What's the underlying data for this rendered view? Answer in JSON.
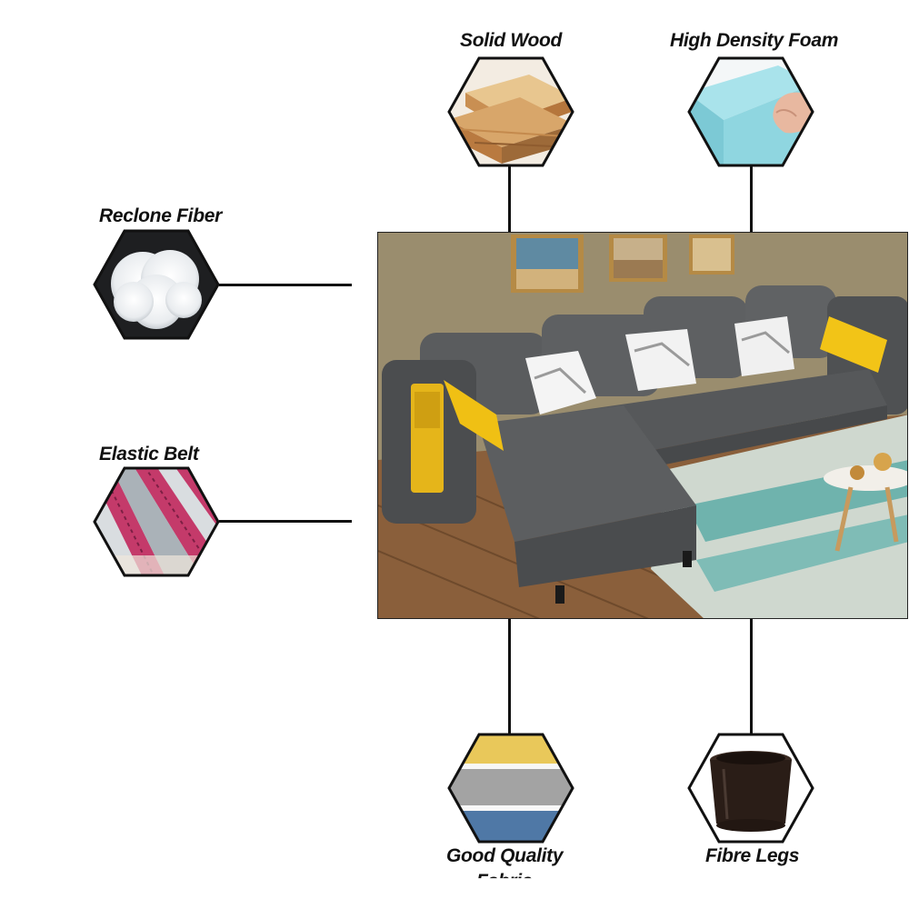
{
  "features": {
    "solid_wood": "Solid Wood",
    "high_density_foam": "High Density Foam",
    "reclone_fiber": "Reclone Fiber",
    "elastic_belt": "Elastic Belt",
    "good_quality_fabric_line1": "Good Quality",
    "good_quality_fabric_line2": "Fabric",
    "fibre_legs": "Fibre Legs"
  },
  "icons": {
    "solid_wood": "wood-planks-icon",
    "high_density_foam": "foam-block-icon",
    "reclone_fiber": "fiber-cotton-icon",
    "elastic_belt": "elastic-belt-icon",
    "good_quality_fabric": "fabric-swatch-icon",
    "fibre_legs": "sofa-leg-icon"
  },
  "colors": {
    "sofa": "#5a5c5e",
    "cushion_yellow": "#f2c417",
    "foam": "#8fd6e0",
    "belt": "#c43a6a",
    "fabric_top": "#e9c85a",
    "fabric_mid": "#a3a3a3",
    "fabric_bottom": "#4f78a6"
  }
}
